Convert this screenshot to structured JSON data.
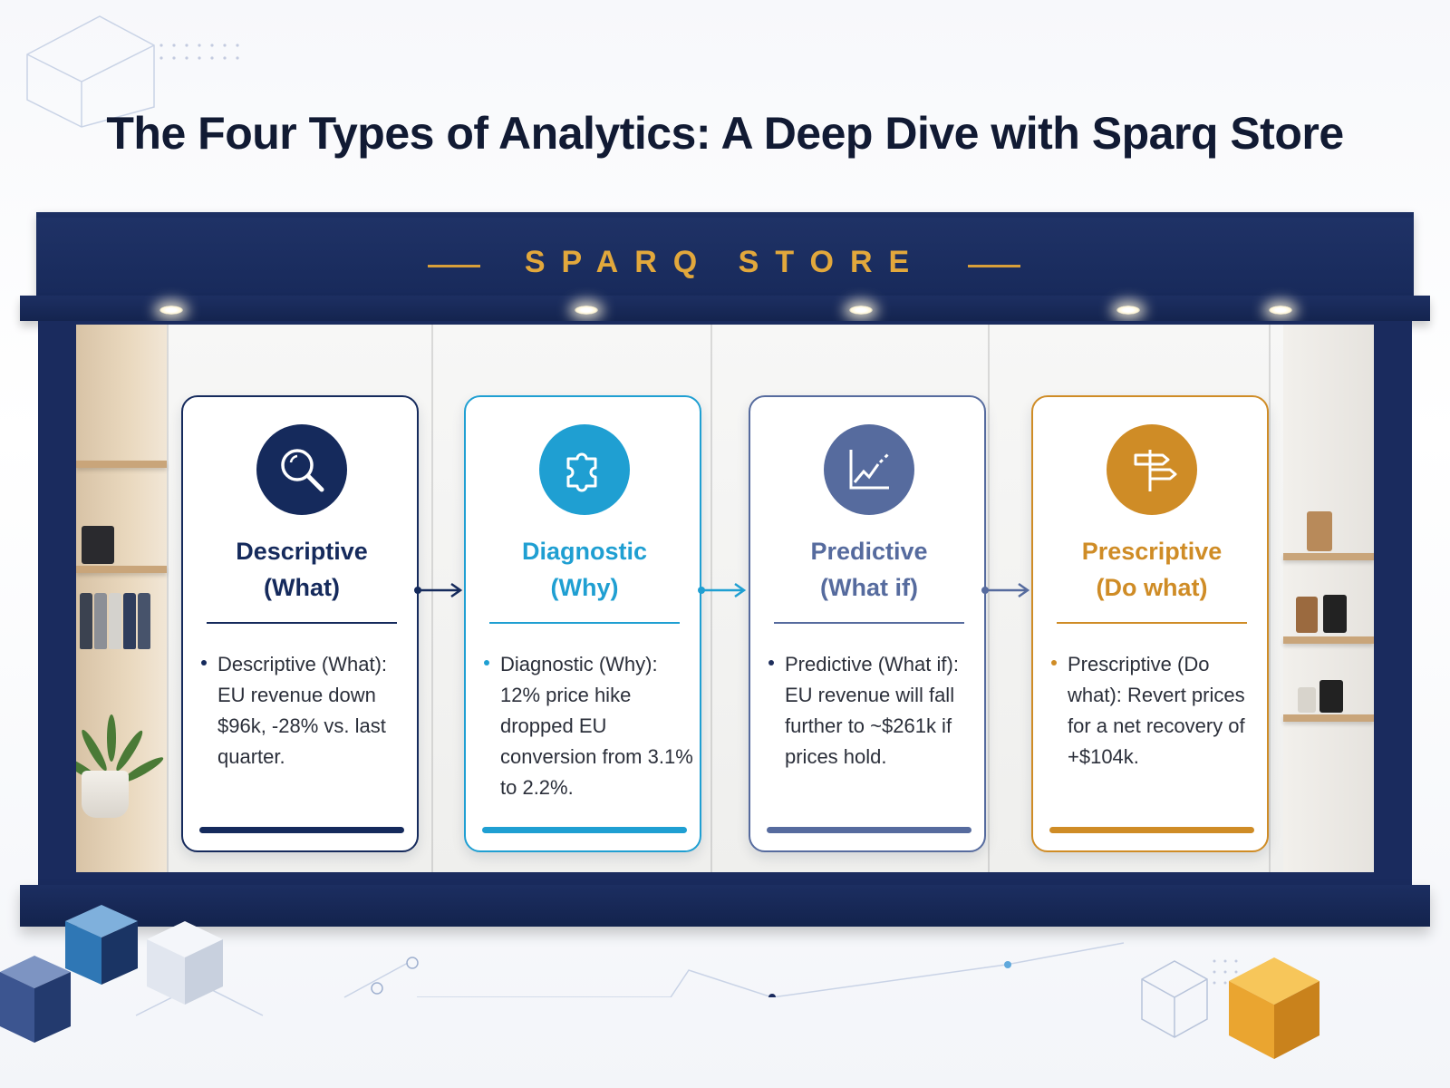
{
  "title": "The Four Types of Analytics: A Deep Dive with Sparq Store",
  "store_sign": "SPARQ STORE",
  "colors": {
    "navy": "#1a2b5e",
    "gold": "#e2a83c",
    "descriptive": "#152a5c",
    "diagnostic": "#1f9fd2",
    "predictive": "#566b9e",
    "prescriptive": "#cf8c26"
  },
  "cards": [
    {
      "title_line1": "Descriptive",
      "title_line2": "(What)",
      "icon": "magnifier-icon",
      "bullet": "Descriptive (What): EU revenue down $96k, -28% vs. last quarter."
    },
    {
      "title_line1": "Diagnostic",
      "title_line2": "(Why)",
      "icon": "puzzle-icon",
      "bullet": "Diagnostic (Why): 12% price hike dropped EU conversion from 3.1% to 2.2%."
    },
    {
      "title_line1": "Predictive",
      "title_line2": "(What if)",
      "icon": "trend-chart-icon",
      "bullet": "Predictive (What if): EU revenue will fall further to ~$261k if prices hold."
    },
    {
      "title_line1": "Prescriptive",
      "title_line2": "(Do what)",
      "icon": "signpost-icon",
      "bullet": "Prescriptive (Do what): Revert prices for a net recovery of +$104k."
    }
  ]
}
